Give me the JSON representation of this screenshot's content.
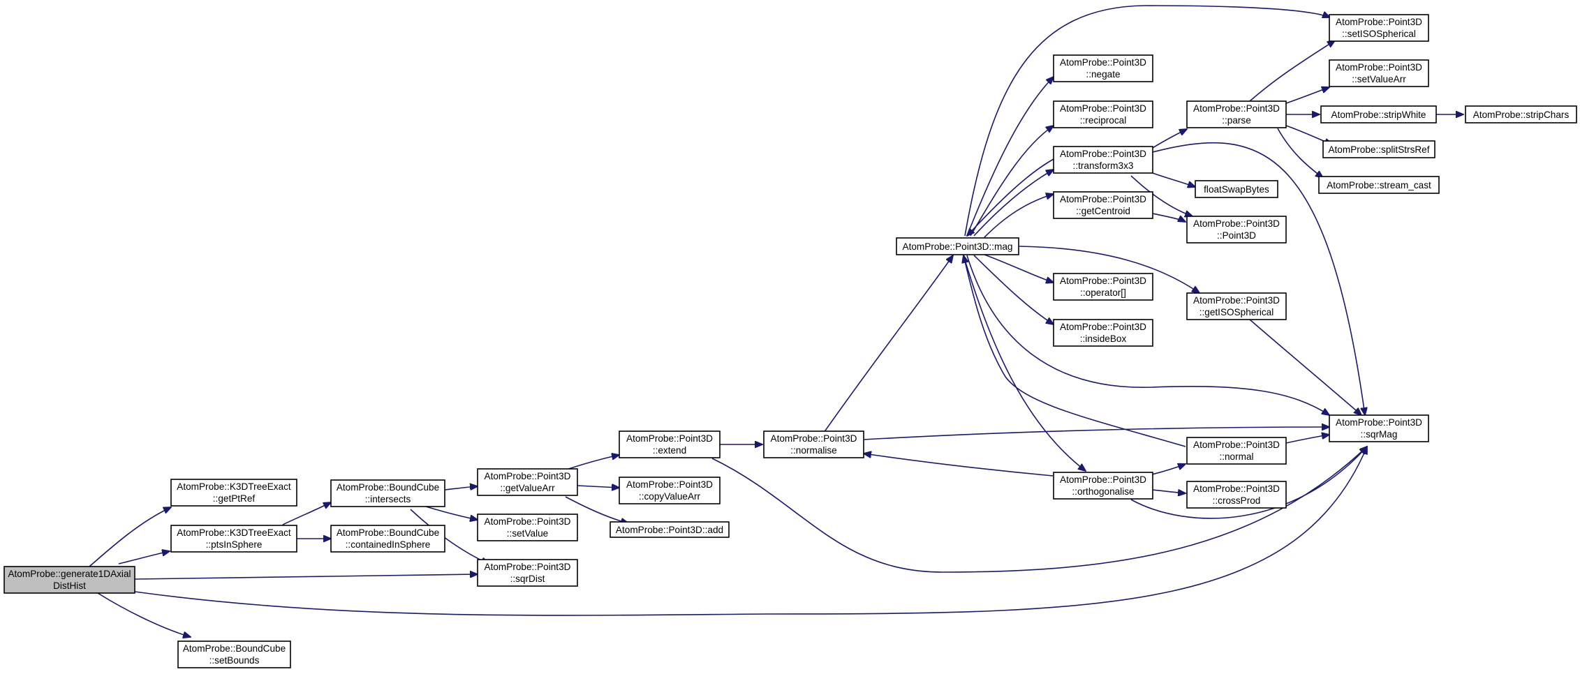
{
  "graph": {
    "root": {
      "line1": "AtomProbe::generate1DAxial",
      "line2": "DistHist"
    },
    "nodes": {
      "getPtRef": {
        "line1": "AtomProbe::K3DTreeExact",
        "line2": "::getPtRef"
      },
      "ptsInSphere": {
        "line1": "AtomProbe::K3DTreeExact",
        "line2": "::ptsInSphere"
      },
      "setBounds": {
        "line1": "AtomProbe::BoundCube",
        "line2": "::setBounds"
      },
      "intersects": {
        "line1": "AtomProbe::BoundCube",
        "line2": "::intersects"
      },
      "containedInSphere": {
        "line1": "AtomProbe::BoundCube",
        "line2": "::containedInSphere"
      },
      "getValueArr": {
        "line1": "AtomProbe::Point3D",
        "line2": "::getValueArr"
      },
      "setValue": {
        "line1": "AtomProbe::Point3D",
        "line2": "::setValue"
      },
      "sqrDist": {
        "line1": "AtomProbe::Point3D",
        "line2": "::sqrDist"
      },
      "extend": {
        "line1": "AtomProbe::Point3D",
        "line2": "::extend"
      },
      "copyValueArr": {
        "line1": "AtomProbe::Point3D",
        "line2": "::copyValueArr"
      },
      "add": {
        "line1": "AtomProbe::Point3D::add"
      },
      "normalise": {
        "line1": "AtomProbe::Point3D",
        "line2": "::normalise"
      },
      "mag": {
        "line1": "AtomProbe::Point3D::mag"
      },
      "negate": {
        "line1": "AtomProbe::Point3D",
        "line2": "::negate"
      },
      "reciprocal": {
        "line1": "AtomProbe::Point3D",
        "line2": "::reciprocal"
      },
      "transform3x3": {
        "line1": "AtomProbe::Point3D",
        "line2": "::transform3x3"
      },
      "getCentroid": {
        "line1": "AtomProbe::Point3D",
        "line2": "::getCentroid"
      },
      "operatorIdx": {
        "line1": "AtomProbe::Point3D",
        "line2": "::operator[]"
      },
      "insideBox": {
        "line1": "AtomProbe::Point3D",
        "line2": "::insideBox"
      },
      "orthogonalise": {
        "line1": "AtomProbe::Point3D",
        "line2": "::orthogonalise"
      },
      "parse": {
        "line1": "AtomProbe::Point3D",
        "line2": "::parse"
      },
      "floatSwapBytes": {
        "line1": "floatSwapBytes"
      },
      "point3dCtor": {
        "line1": "AtomProbe::Point3D",
        "line2": "::Point3D"
      },
      "getISOSpherical": {
        "line1": "AtomProbe::Point3D",
        "line2": "::getISOSpherical"
      },
      "normal": {
        "line1": "AtomProbe::Point3D",
        "line2": "::normal"
      },
      "crossProd": {
        "line1": "AtomProbe::Point3D",
        "line2": "::crossProd"
      },
      "setISOSpherical": {
        "line1": "AtomProbe::Point3D",
        "line2": "::setISOSpherical"
      },
      "setValueArr": {
        "line1": "AtomProbe::Point3D",
        "line2": "::setValueArr"
      },
      "stripWhite": {
        "line1": "AtomProbe::stripWhite"
      },
      "splitStrsRef": {
        "line1": "AtomProbe::splitStrsRef"
      },
      "streamCast": {
        "line1": "AtomProbe::stream_cast"
      },
      "stripChars": {
        "line1": "AtomProbe::stripChars"
      },
      "sqrMag": {
        "line1": "AtomProbe::Point3D",
        "line2": "::sqrMag"
      }
    },
    "colors": {
      "edge": "#191970",
      "root_fill": "#bfbfbf",
      "node_fill": "#ffffff",
      "border": "#000000"
    }
  }
}
